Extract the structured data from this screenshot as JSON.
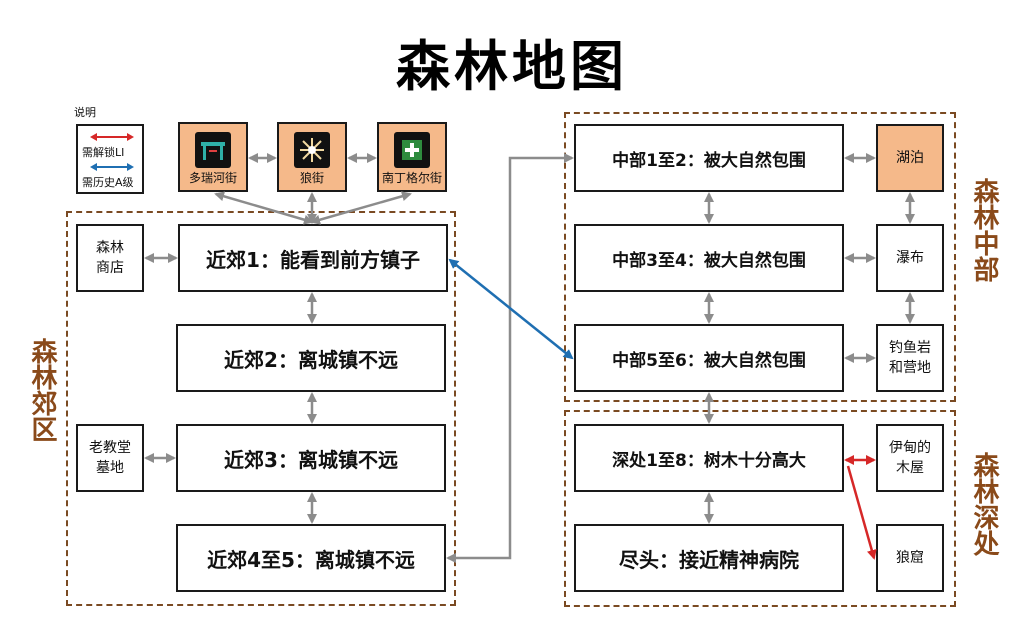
{
  "title": "森林地图",
  "legend": {
    "heading": "说明",
    "items": [
      {
        "label": "需解锁LI",
        "color": "#d62828"
      },
      {
        "label": "需历史A级",
        "color": "#1f6fb2"
      }
    ]
  },
  "regions": {
    "outskirts": {
      "label": "森林郊区"
    },
    "middle": {
      "label": "森林中部"
    },
    "deep": {
      "label": "森林深处"
    }
  },
  "streets": [
    {
      "label": "多瑞河街",
      "icon": "teal-gate-icon"
    },
    {
      "label": "狼街",
      "icon": "starburst-icon"
    },
    {
      "label": "南丁格尔街",
      "icon": "medical-cross-icon"
    }
  ],
  "nodes": {
    "forest_shop": "森林\n商店",
    "outskirts_1": "近郊1：能看到前方镇子",
    "outskirts_2": "近郊2：离城镇不远",
    "old_church": "老教堂\n墓地",
    "outskirts_3": "近郊3：离城镇不远",
    "outskirts_4_5": "近郊4至5：离城镇不远",
    "middle_1_2": "中部1至2：被大自然包围",
    "lake": "湖泊",
    "middle_3_4": "中部3至4：被大自然包围",
    "waterfall": "瀑布",
    "middle_5_6": "中部5至6：被大自然包围",
    "fishing_camp": "钓鱼岩\n和营地",
    "deep_1_8": "深处1至8：树木十分高大",
    "ethan_cabin": "伊甸的\n木屋",
    "end": "尽头：接近精神病院",
    "wolf_den": "狼窟"
  },
  "colors": {
    "gray_arrow": "#8c8c8c",
    "red_arrow": "#d62828",
    "blue_arrow": "#1f6fb2",
    "orange_fill": "#f5b98a",
    "region_border": "#7a4a22"
  }
}
